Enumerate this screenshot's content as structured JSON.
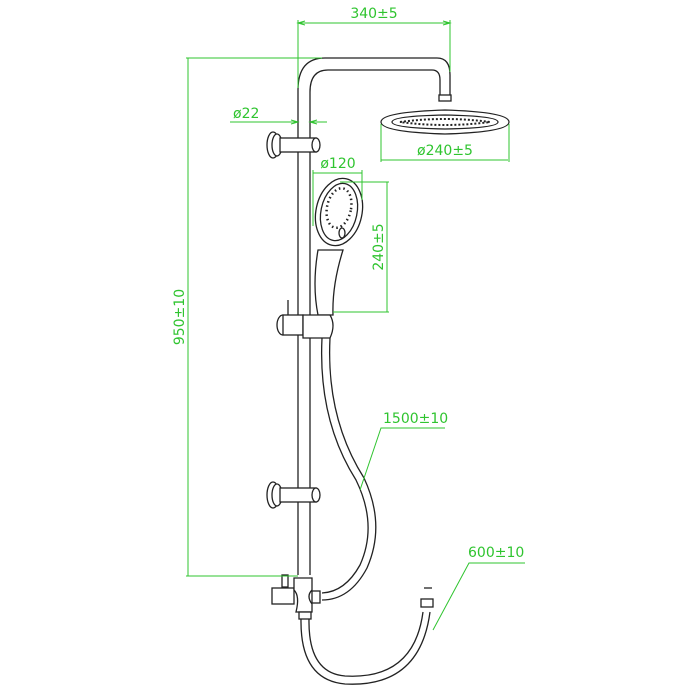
{
  "dimensions": {
    "arm_length": "340±5",
    "rail_diameter": "ø22",
    "head_diameter": "ø240±5",
    "hand_diameter": "ø120",
    "hand_length": "240±5",
    "height": "950±10",
    "hose_length": "1500±10",
    "inlet_hose_length": "600±10"
  },
  "colors": {
    "dimension": "#2fc42f",
    "outline": "#222222"
  }
}
